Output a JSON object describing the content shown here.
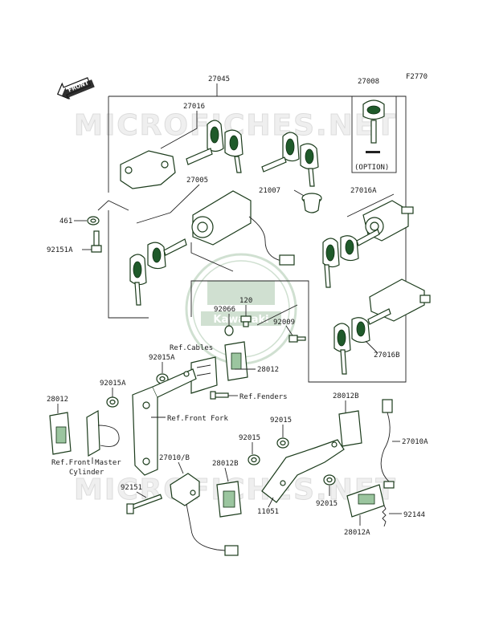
{
  "figure_code": "F2770",
  "watermark": "MICROFICHES.NET",
  "logo_text": "Kawasaki",
  "front_arrow_label": "FRONT",
  "option_label": "(OPTION)",
  "callouts": {
    "p27045": "27045",
    "p27008": "27008",
    "p27016": "27016",
    "p27005": "27005",
    "p21007": "21007",
    "p27016A": "27016A",
    "p461": "461",
    "p92151A": "92151A",
    "p120": "120",
    "p92066": "92066",
    "p92009": "92009",
    "p27016B": "27016B",
    "ref_cables": "Ref.Cables",
    "p92015A_1": "92015A",
    "p28012_1": "28012",
    "p92015A_2": "92015A",
    "ref_fenders": "Ref.Fenders",
    "p28012_2": "28012",
    "ref_front_fork": "Ref.Front Fork",
    "p28012B_1": "28012B",
    "p92015_1": "92015",
    "p92015_2": "92015",
    "p27010A": "27010A",
    "ref_master_1": "Ref.Front Master",
    "ref_master_2": "Cylinder",
    "p27010B": "27010/B",
    "p28012B_2": "28012B",
    "p92151": "92151",
    "p11051": "11051",
    "p92015_3": "92015",
    "p92144": "92144",
    "p28012A": "28012A"
  },
  "colors": {
    "accent": "#1f5a2a",
    "line": "#222222",
    "watermark": "#e6e6e6"
  }
}
